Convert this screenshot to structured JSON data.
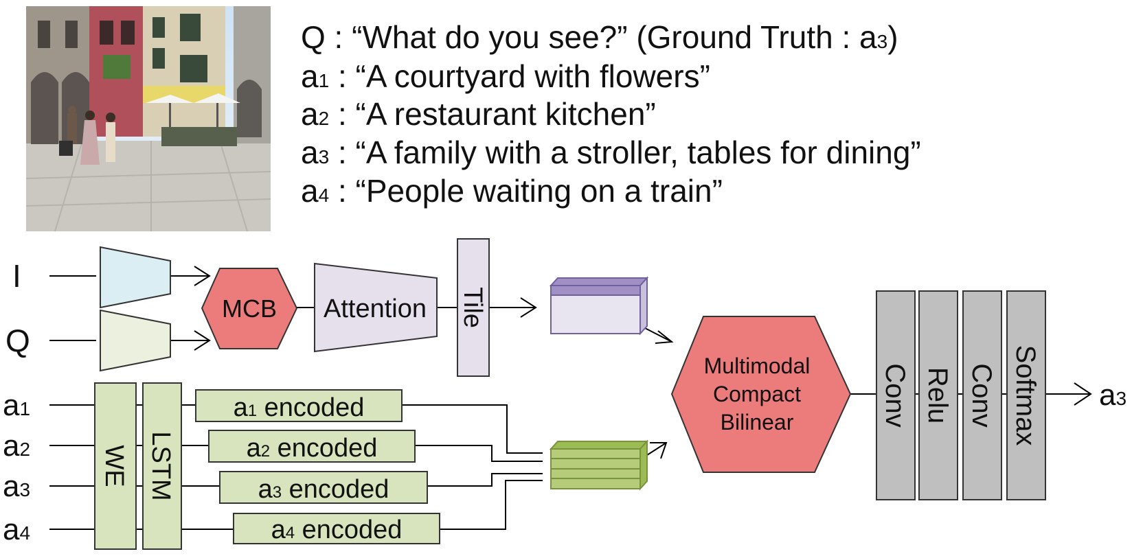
{
  "qa": {
    "question": {
      "label": "Q",
      "text": "“What do you see?”",
      "truth_prefix": "(Ground Truth : a",
      "truth_sub": "3",
      "truth_suffix": ")"
    },
    "answers": [
      {
        "label": "a",
        "sub": "1",
        "text": "“A courtyard with flowers”"
      },
      {
        "label": "a",
        "sub": "2",
        "text": "“A restaurant kitchen”"
      },
      {
        "label": "a",
        "sub": "3",
        "text": "“A family with a stroller, tables for dining”"
      },
      {
        "label": "a",
        "sub": "4",
        "text": "“People waiting on a train”"
      }
    ]
  },
  "inputs": {
    "image": "I",
    "question": "Q",
    "answers": [
      {
        "label": "a",
        "sub": "1"
      },
      {
        "label": "a",
        "sub": "2"
      },
      {
        "label": "a",
        "sub": "3"
      },
      {
        "label": "a",
        "sub": "4"
      }
    ]
  },
  "blocks": {
    "mcb": "MCB",
    "attention": "Attention",
    "tile": "Tile",
    "we": "WE",
    "lstm": "LSTM",
    "encoded": [
      {
        "label": "a",
        "sub": "1",
        "suffix": " encoded"
      },
      {
        "label": "a",
        "sub": "2",
        "suffix": " encoded"
      },
      {
        "label": "a",
        "sub": "3",
        "suffix": " encoded"
      },
      {
        "label": "a",
        "sub": "4",
        "suffix": " encoded"
      }
    ],
    "multimodal": [
      "Multimodal",
      "Compact",
      "Bilinear"
    ],
    "head": [
      "Conv",
      "Relu",
      "Conv",
      "Softmax"
    ]
  },
  "output": {
    "label": "a",
    "sub": "3"
  },
  "colors": {
    "image_encoder": "#dbeef4",
    "question_encoder": "#ebf1de",
    "mcb": "#ec7c7b",
    "attention": "#e5e0ec",
    "purple_edge": "#7060a0",
    "green_fill": "#d7e4bd",
    "green_edge": "#77933c",
    "head": "#bfbfbf"
  }
}
